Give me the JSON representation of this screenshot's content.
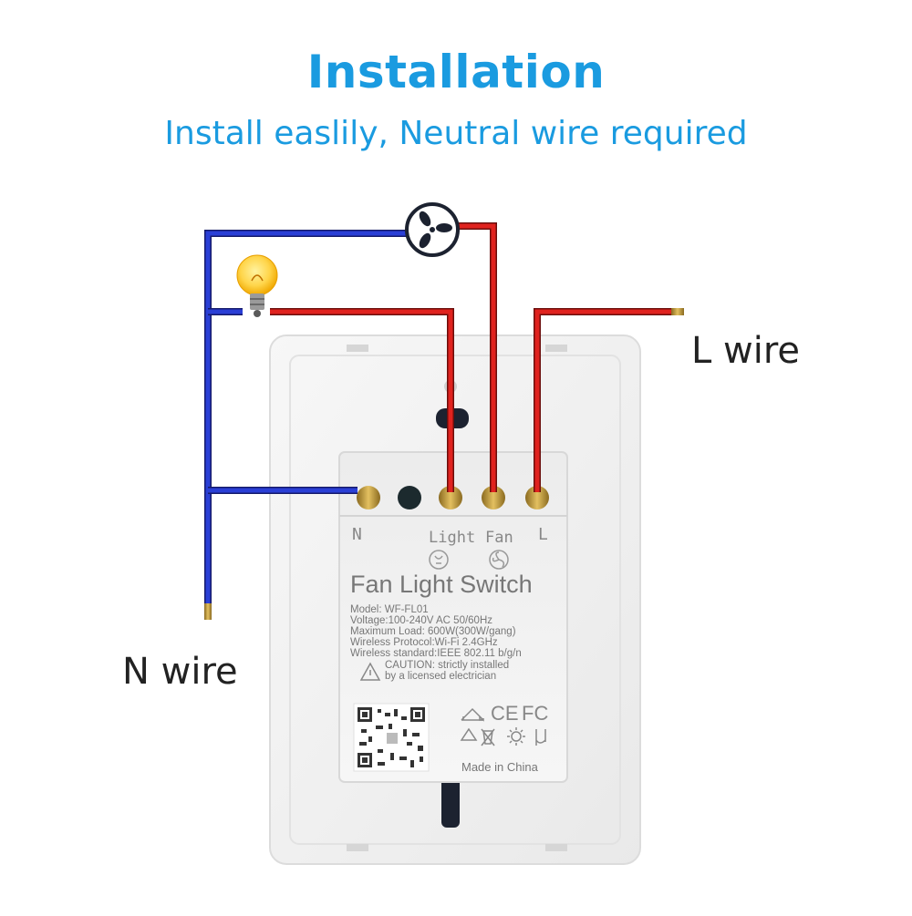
{
  "header": {
    "title": "Installation",
    "subtitle": "Install easlily, Neutral wire required"
  },
  "wires": {
    "l_label": "L wire",
    "n_label": "N wire",
    "neutral_color": "#2a3fd6",
    "live_color": "#e0221e"
  },
  "device": {
    "terminals": [
      {
        "label": "N",
        "icon": "none"
      },
      {
        "label": "",
        "icon": "none"
      },
      {
        "label": "Light",
        "icon": "bulb-icon"
      },
      {
        "label": "Fan",
        "icon": "fan-icon"
      },
      {
        "label": "L",
        "icon": "none"
      }
    ],
    "product_name": "Fan Light Switch",
    "specs": [
      "Model: WF-FL01",
      "Voltage:100-240V AC 50/60Hz",
      "Maximum Load: 600W(300W/gang)",
      "Wireless Protocol:Wi-Fi 2.4GHz",
      "Wireless standard:IEEE 802.11 b/g/n"
    ],
    "caution_line1": "CAUTION: strictly installed",
    "caution_line2": "by a licensed electrician",
    "cert_ce": "CE",
    "cert_fc": "FC",
    "made_in": "Made in China"
  },
  "loads": {
    "lamp_icon": "light-bulb-icon",
    "fan_icon": "fan-icon"
  }
}
